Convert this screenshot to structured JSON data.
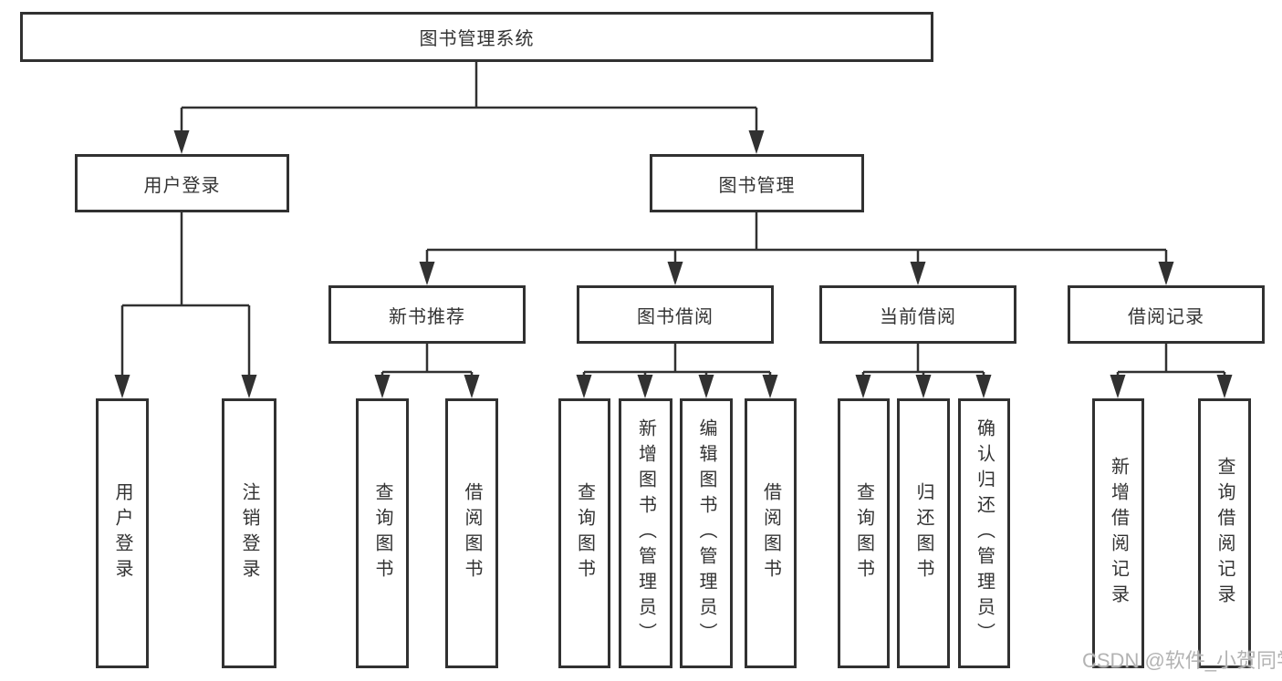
{
  "colors": {
    "line": "#313131",
    "text": "#333333",
    "background": "#ffffff",
    "watermark": "#b3b3b3"
  },
  "tree": {
    "label": "图书管理系统",
    "children": [
      {
        "label": "用户登录",
        "children": [
          {
            "label": "用户登录"
          },
          {
            "label": "注销登录"
          }
        ]
      },
      {
        "label": "图书管理",
        "children": [
          {
            "label": "新书推荐",
            "children": [
              {
                "label": "查询图书"
              },
              {
                "label": "借阅图书"
              }
            ]
          },
          {
            "label": "图书借阅",
            "children": [
              {
                "label": "查询图书"
              },
              {
                "label": "新增图书（管理员）"
              },
              {
                "label": "编辑图书（管理员）"
              },
              {
                "label": "借阅图书"
              }
            ]
          },
          {
            "label": "当前借阅",
            "children": [
              {
                "label": "查询图书"
              },
              {
                "label": "归还图书"
              },
              {
                "label": "确认归还（管理员）"
              }
            ]
          },
          {
            "label": "借阅记录",
            "children": [
              {
                "label": "新增借阅记录"
              },
              {
                "label": "查询借阅记录"
              }
            ]
          }
        ]
      }
    ]
  },
  "watermark": {
    "text": "CSDN @软件_小贺同学"
  }
}
